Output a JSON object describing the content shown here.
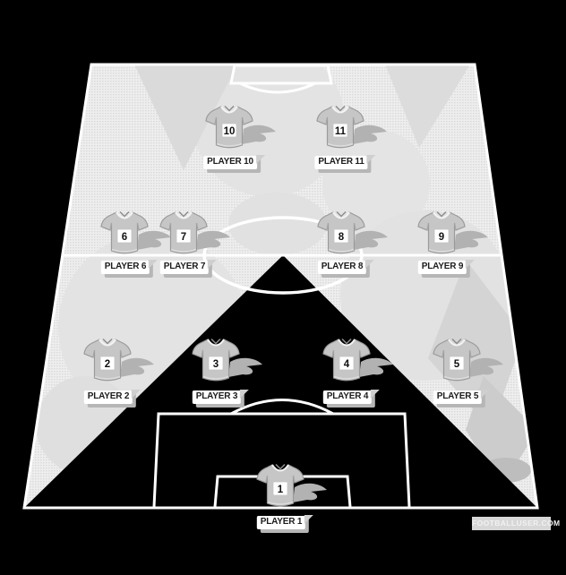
{
  "scene": {
    "type": "football-formation-lineup",
    "formation_rows": "1-4-4-2"
  },
  "players": [
    {
      "number": "1",
      "name": "PLAYER 1"
    },
    {
      "number": "2",
      "name": "PLAYER 2"
    },
    {
      "number": "3",
      "name": "PLAYER 3"
    },
    {
      "number": "4",
      "name": "PLAYER 4"
    },
    {
      "number": "5",
      "name": "PLAYER 5"
    },
    {
      "number": "6",
      "name": "PLAYER 6"
    },
    {
      "number": "7",
      "name": "PLAYER 7"
    },
    {
      "number": "8",
      "name": "PLAYER 8"
    },
    {
      "number": "9",
      "name": "PLAYER 9"
    },
    {
      "number": "10",
      "name": "PLAYER 10"
    },
    {
      "number": "11",
      "name": "PLAYER 11"
    }
  ],
  "watermark": {
    "label": "FOOTBALLUSER.COM"
  },
  "colors": {
    "background": "#000000",
    "pitch": "#ededed",
    "pitch_dots": "#d9d9d9",
    "lines": "#ffffff",
    "shadow_triangle": "#000000",
    "jersey_body": "#c6c6c6",
    "jersey_outline": "#9a9a9a",
    "number_patch": "#ffffff",
    "plate_bg": "#ffffff",
    "plate_text": "#1b1b1b",
    "plate_shadow": "#b6b6b6"
  }
}
